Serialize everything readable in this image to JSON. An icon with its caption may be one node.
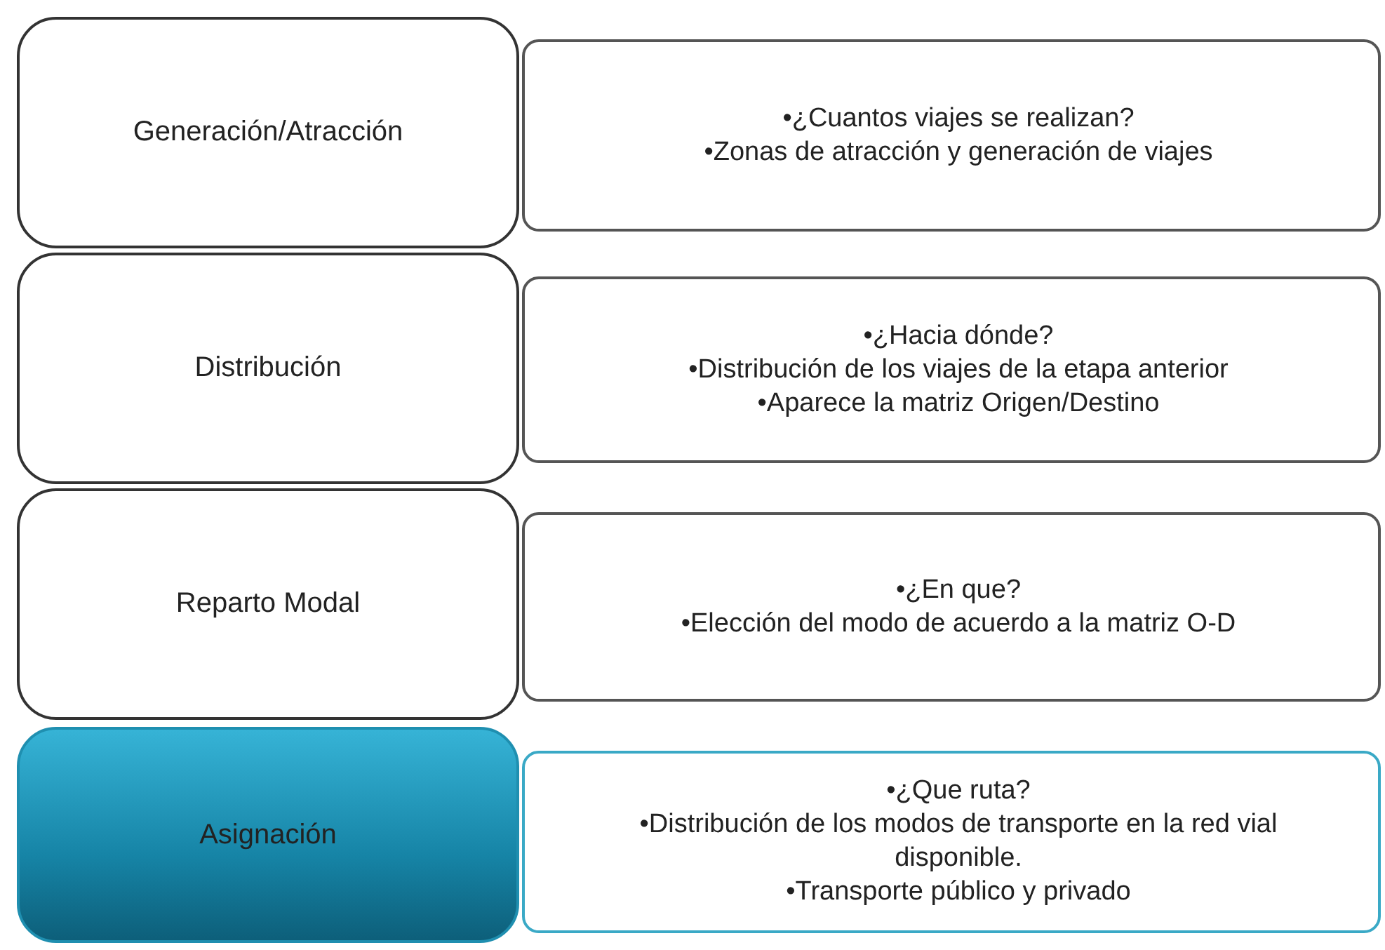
{
  "diagram": {
    "nodes": [
      {
        "text": [
          "Generación/Atracción"
        ]
      },
      {
        "text": [
          "•¿Cuantos viajes se realizan?",
          "•Zonas de atracción y generación de viajes"
        ]
      },
      {
        "text": [
          "Distribución"
        ]
      },
      {
        "text": [
          "•¿Hacia dónde?",
          "•Distribución de los viajes de la etapa anterior",
          "•Aparece la matriz Origen/Destino"
        ]
      },
      {
        "text": [
          "Reparto Modal"
        ]
      },
      {
        "text": [
          "•¿En que?",
          "•Elección del modo de acuerdo a la matriz O-D"
        ]
      },
      {
        "text": [
          "Asignación"
        ]
      },
      {
        "text": [
          "•¿Que ruta?",
          "•Distribución de los modos de transporte en la red vial disponible.",
          "•Transporte público y privado"
        ]
      }
    ]
  }
}
